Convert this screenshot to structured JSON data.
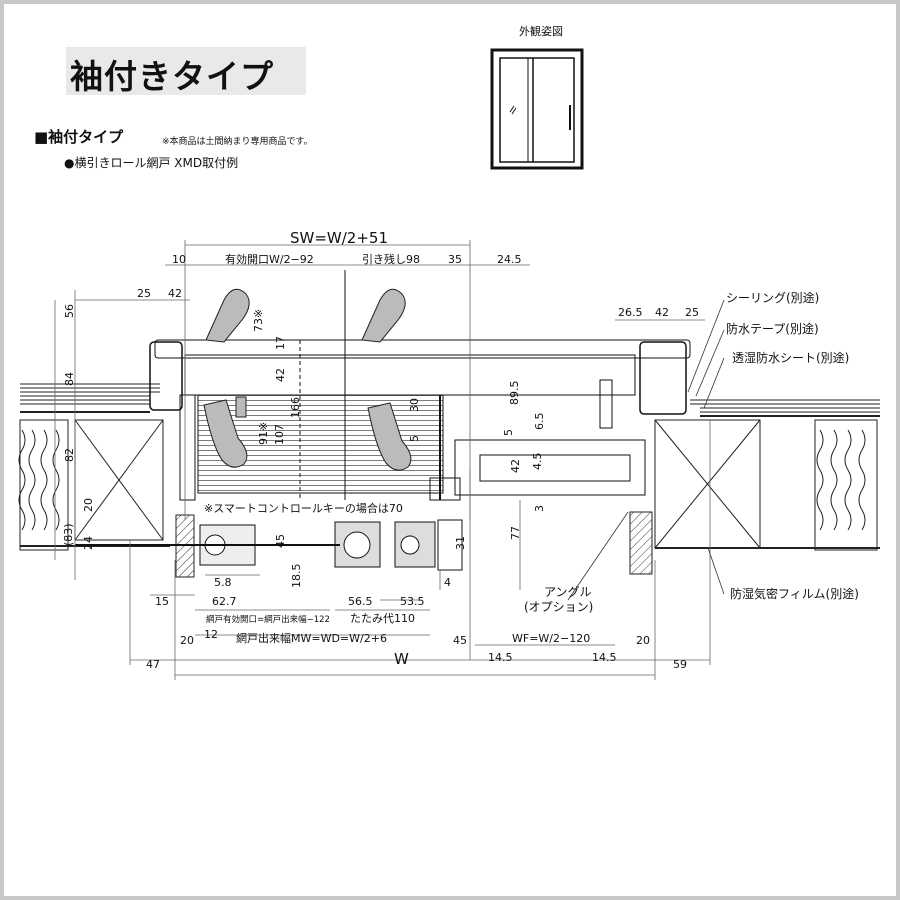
{
  "header": {
    "title": "袖付きタイプ",
    "subtitle": "■袖付タイプ",
    "note": "※本商品は土間納まり専用商品です。",
    "example": "●横引きロール網戸 XMD取付例",
    "view_label": "外観姿図"
  },
  "dims": {
    "sw": "SW=W/2+51",
    "d10": "10",
    "effective": "有効開口W/2−92",
    "remain": "引き残し98",
    "d35": "35",
    "d24_5": "24.5",
    "d25_l": "25",
    "d42_l": "42",
    "d56": "56",
    "d73": "73※",
    "d17": "17",
    "d42_v": "42",
    "d84": "84",
    "d166": "166",
    "d107": "107",
    "d91": "91※",
    "d30": "30",
    "d5": "5",
    "d89_5": "89.5",
    "d5b": "5",
    "d6_5": "6.5",
    "d42_c": "42",
    "d4_5": "4.5",
    "d3": "3",
    "d77": "77",
    "d82": "82",
    "d20_v": "20",
    "d83": "(83)",
    "d24_v": "24",
    "d45_v": "45",
    "d18_5": "18.5",
    "d31": "31",
    "d4": "4",
    "smartkey": "※スマートコントロールキーの場合は70",
    "d5_8": "5.8",
    "d62_7": "62.7",
    "d15": "15",
    "d56_5": "56.5",
    "d53_5": "53.5",
    "net_open": "網戸有効開口=網戸出来幅−122",
    "fold": "たたみ代110",
    "d12": "12",
    "d20_a": "20",
    "net_width": "網戸出来幅MW=WD=W/2+6",
    "d45_b": "45",
    "wf": "WF=W/2−120",
    "d20_b": "20",
    "d47": "47",
    "w": "W",
    "d14_5_a": "14.5",
    "d14_5_b": "14.5",
    "d59": "59",
    "d26_5": "26.5",
    "d42_r": "42",
    "d25_r": "25"
  },
  "callouts": {
    "sealing": "シーリング(別途)",
    "waterproof_tape": "防水テープ(別途)",
    "vapor_sheet": "透湿防水シート(別途)",
    "moisture_film": "防湿気密フィルム(別途)",
    "angle": "アングル",
    "option": "(オプション)"
  }
}
